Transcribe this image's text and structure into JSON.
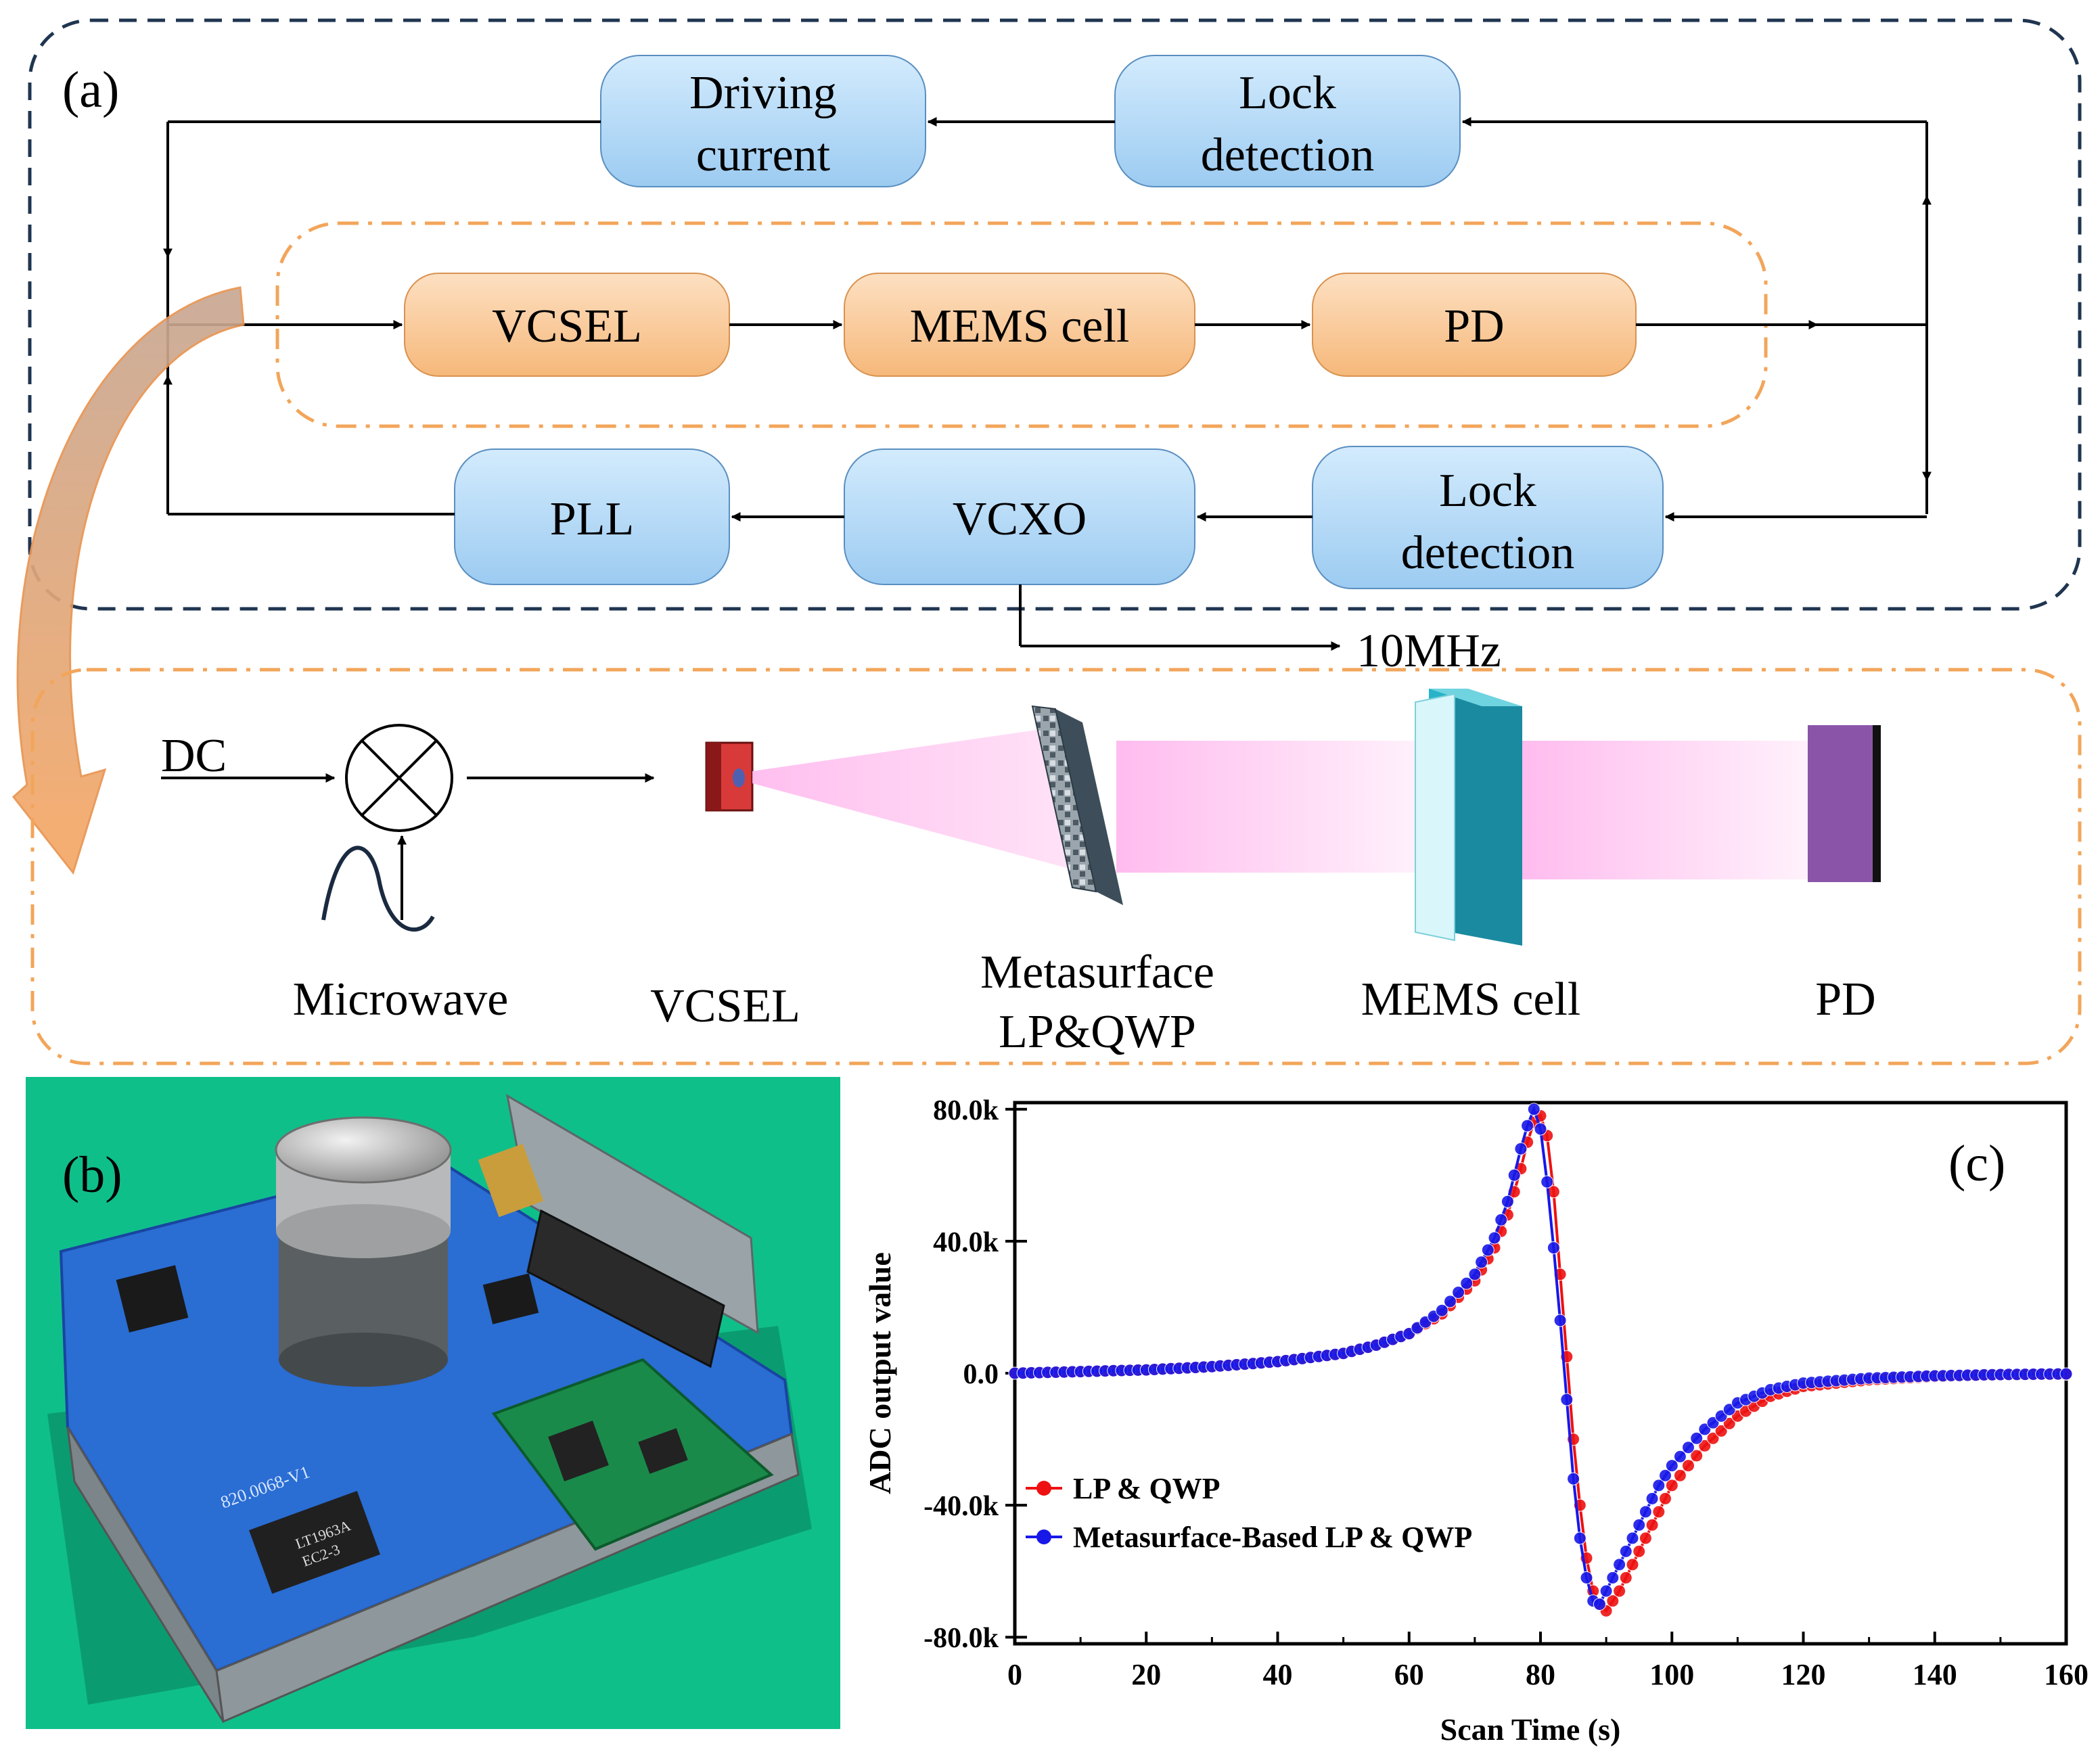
{
  "panel_a": {
    "label": "(a)",
    "top_row": {
      "driving_current": [
        "Driving",
        "current"
      ],
      "lock_detection": [
        "Lock",
        "detection"
      ]
    },
    "middle_row": {
      "vcsel": "VCSEL",
      "mems_cell": "MEMS cell",
      "pd": "PD"
    },
    "bottom_row": {
      "pll": "PLL",
      "vcxo": "VCXO",
      "lock_detection": [
        "Lock",
        "detection"
      ]
    },
    "output_label": "10MHz"
  },
  "physics_package": {
    "dc": "DC",
    "microwave": "Microwave",
    "vcsel": "VCSEL",
    "metasurface": [
      "Metasurface",
      "LP&QWP"
    ],
    "mems_cell": "MEMS cell",
    "pd": "PD"
  },
  "panel_b": {
    "label": "(b)",
    "board_text": [
      "820.0068-V1",
      "LT1963A",
      "EC2-3"
    ]
  },
  "panel_c": {
    "label": "(c)"
  },
  "colors": {
    "blue_box": "#a9d3f3",
    "orange_box": "#f8c38f",
    "navy_dash": "#1f3550",
    "orange_dash": "#f2a55a",
    "series_red": "#ee1111",
    "series_blue": "#1818e8",
    "photo_bg": "#10c890"
  },
  "chart_data": {
    "type": "line",
    "title": "",
    "xlabel": "Scan Time (s)",
    "ylabel": "ADC output value",
    "xlim": [
      0,
      160
    ],
    "ylim": [
      -82000,
      82000
    ],
    "xticks": [
      0,
      20,
      40,
      60,
      80,
      100,
      120,
      140,
      160
    ],
    "yticks": [
      80000,
      40000,
      0,
      -40000,
      -80000
    ],
    "ytick_labels": [
      "80.0k",
      "40.0k",
      "0.0",
      "-40.0k",
      "-80.0k"
    ],
    "legend_position": "bottom-left",
    "series": [
      {
        "name": "LP & QWP",
        "color": "#ee1111",
        "x": [
          0,
          10,
          20,
          30,
          40,
          50,
          55,
          60,
          65,
          70,
          73,
          75,
          77,
          78,
          79,
          80,
          81,
          82,
          83,
          84,
          85,
          86,
          87,
          88,
          89,
          90,
          92,
          94,
          96,
          98,
          100,
          105,
          110,
          115,
          120,
          130,
          140,
          150,
          160
        ],
        "y": [
          0,
          500,
          1000,
          2000,
          3500,
          6000,
          8500,
          12000,
          18000,
          28000,
          38000,
          48000,
          62000,
          70000,
          76000,
          78000,
          72000,
          55000,
          30000,
          5000,
          -20000,
          -40000,
          -56000,
          -66000,
          -70000,
          -72000,
          -66000,
          -58000,
          -50000,
          -42000,
          -34000,
          -22000,
          -13000,
          -7000,
          -4000,
          -2000,
          -1000,
          -500,
          -300
        ]
      },
      {
        "name": "Metasurface-Based LP & QWP",
        "color": "#1818e8",
        "x": [
          0,
          10,
          20,
          30,
          40,
          50,
          55,
          60,
          65,
          70,
          73,
          75,
          77,
          78,
          79,
          80,
          81,
          82,
          83,
          84,
          85,
          86,
          87,
          88,
          89,
          90,
          92,
          94,
          96,
          98,
          100,
          105,
          110,
          115,
          120,
          130,
          140,
          150,
          160
        ],
        "y": [
          0,
          500,
          1000,
          2000,
          3500,
          6000,
          8500,
          12000,
          19000,
          30000,
          41000,
          52000,
          68000,
          75000,
          80000,
          74000,
          58000,
          38000,
          16000,
          -8000,
          -32000,
          -50000,
          -62000,
          -69000,
          -70000,
          -66000,
          -58000,
          -50000,
          -42000,
          -34000,
          -28000,
          -17000,
          -9000,
          -5000,
          -3000,
          -1500,
          -800,
          -400,
          -200
        ]
      }
    ]
  }
}
